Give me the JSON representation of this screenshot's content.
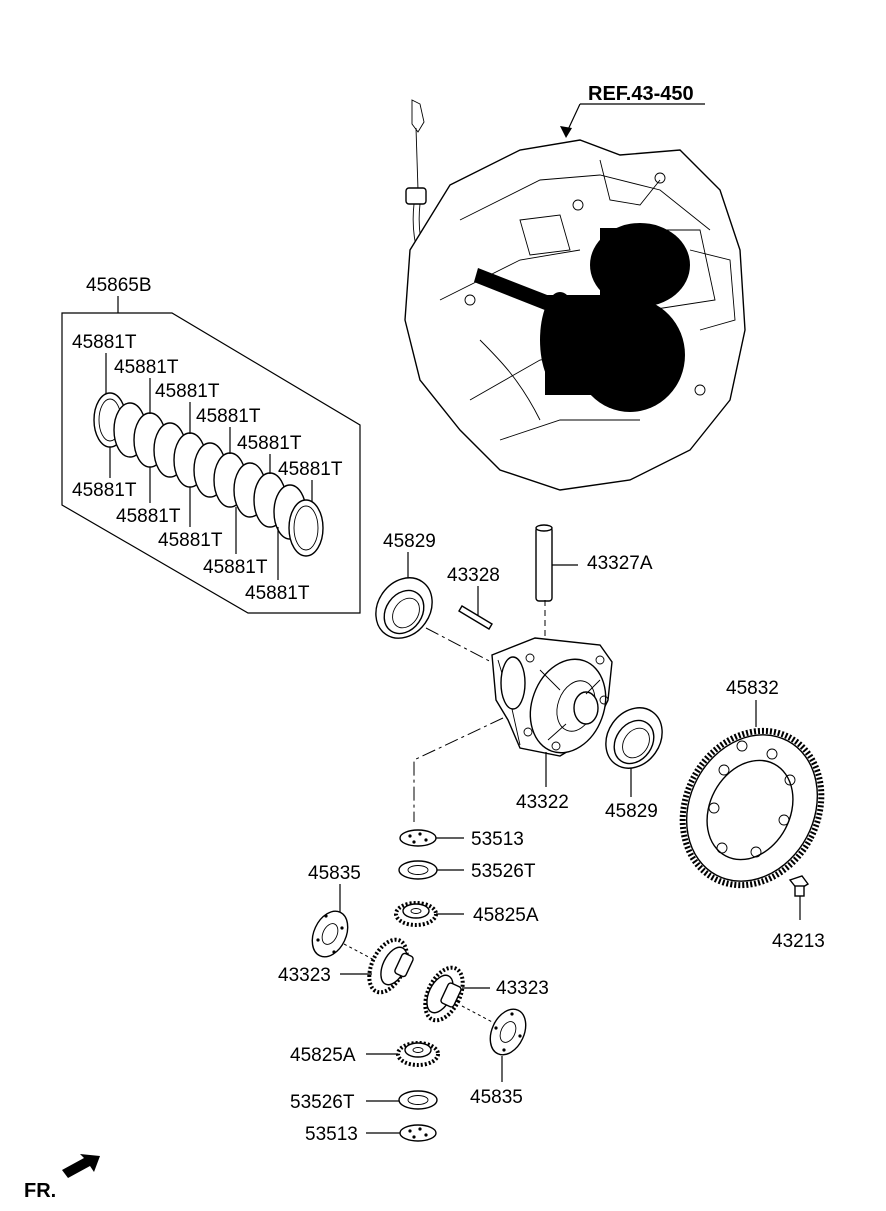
{
  "reference": "REF.43-450",
  "direction_marker": "FR.",
  "labels": {
    "spring_kit": "45865B",
    "spring_a": "45881T",
    "spring_b": "45881T",
    "spring_c": "45881T",
    "spring_d": "45881T",
    "spring_e": "45881T",
    "spring_f": "45881T",
    "spring_g": "45881T",
    "spring_h": "45881T",
    "spring_i": "45881T",
    "spring_j": "45881T",
    "spring_k": "45881T",
    "seal_left": "45829",
    "pin_small": "43328",
    "shaft": "43327A",
    "case": "43322",
    "seal_right": "45829",
    "ring_gear": "45832",
    "bolt": "43213",
    "washer_top": "53513",
    "shim_top": "53526T",
    "washer_left": "45835",
    "pinion_top": "45825A",
    "side_gear_left": "43323",
    "side_gear_right": "43323",
    "pinion_bottom": "45825A",
    "washer_right": "45835",
    "shim_bottom": "53526T",
    "washer_bottom": "53513"
  }
}
